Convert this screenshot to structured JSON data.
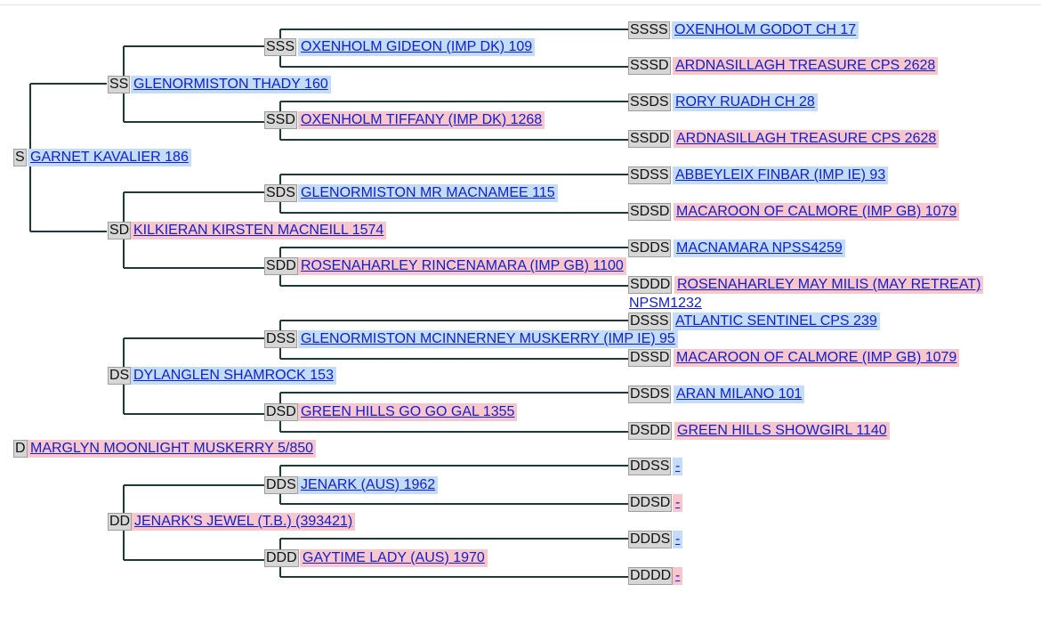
{
  "pedigree": {
    "s": {
      "pos": "S",
      "name": "GARNET KAVALIER 186"
    },
    "ss": {
      "pos": "SS",
      "name": "GLENORMISTON THADY 160"
    },
    "sss": {
      "pos": "SSS",
      "name": "OXENHOLM GIDEON (IMP DK) 109"
    },
    "ssss": {
      "pos": "SSSS",
      "name": "OXENHOLM GODOT CH 17"
    },
    "sssd": {
      "pos": "SSSD",
      "name": "ARDNASILLAGH TREASURE CPS 2628"
    },
    "ssd": {
      "pos": "SSD",
      "name": "OXENHOLM TIFFANY (IMP DK) 1268"
    },
    "ssds": {
      "pos": "SSDS",
      "name": "RORY RUADH CH 28"
    },
    "ssdd": {
      "pos": "SSDD",
      "name": "ARDNASILLAGH TREASURE CPS 2628"
    },
    "sd": {
      "pos": "SD",
      "name": "KILKIERAN KIRSTEN MACNEILL 1574"
    },
    "sds": {
      "pos": "SDS",
      "name": "GLENORMISTON MR MACNAMEE 115"
    },
    "sdss": {
      "pos": "SDSS",
      "name": "ABBEYLEIX FINBAR (IMP IE) 93"
    },
    "sdsd": {
      "pos": "SDSD",
      "name": "MACAROON OF CALMORE (IMP GB) 1079"
    },
    "sdd": {
      "pos": "SDD",
      "name": "ROSENAHARLEY RINCENAMARA (IMP GB) 1100"
    },
    "sdds": {
      "pos": "SDDS",
      "name": "MACNAMARA NPSS4259"
    },
    "sddd": {
      "pos": "SDDD",
      "name": "ROSENAHARLEY MAY MILIS (MAY RETREAT)",
      "name_cont": "NPSM1232"
    },
    "d": {
      "pos": "D",
      "name": "MARGLYN MOONLIGHT MUSKERRY 5/850"
    },
    "ds": {
      "pos": "DS",
      "name": "DYLANGLEN SHAMROCK 153"
    },
    "dss": {
      "pos": "DSS",
      "name": "GLENORMISTON MCINNERNEY MUSKERRY (IMP IE) 95"
    },
    "dsss": {
      "pos": "DSSS",
      "name": "ATLANTIC SENTINEL CPS 239"
    },
    "dssd": {
      "pos": "DSSD",
      "name": "MACAROON OF CALMORE (IMP GB) 1079"
    },
    "dsd": {
      "pos": "DSD",
      "name": "GREEN HILLS GO GO GAL 1355"
    },
    "dsds": {
      "pos": "DSDS",
      "name": "ARAN MILANO 101"
    },
    "dsdd": {
      "pos": "DSDD",
      "name": "GREEN HILLS SHOWGIRL 1140"
    },
    "dd": {
      "pos": "DD",
      "name": "JENARK'S JEWEL (T.B.) (393421)"
    },
    "dds": {
      "pos": "DDS",
      "name": "JENARK (AUS) 1962"
    },
    "ddss": {
      "pos": "DDSS",
      "name": "-"
    },
    "ddsd": {
      "pos": "DDSD",
      "name": "-"
    },
    "ddd": {
      "pos": "DDD",
      "name": "GAYTIME LADY (AUS) 1970"
    },
    "ddds": {
      "pos": "DDDS",
      "name": "-"
    },
    "dddd": {
      "pos": "DDDD",
      "name": "-"
    }
  },
  "colors": {
    "sire_bg": "#c2dcfa",
    "dam_bg": "#f8c6cb",
    "link": "#0e1fd0",
    "connector": "#1e3a38",
    "position_tag": "#d6d6d6"
  }
}
